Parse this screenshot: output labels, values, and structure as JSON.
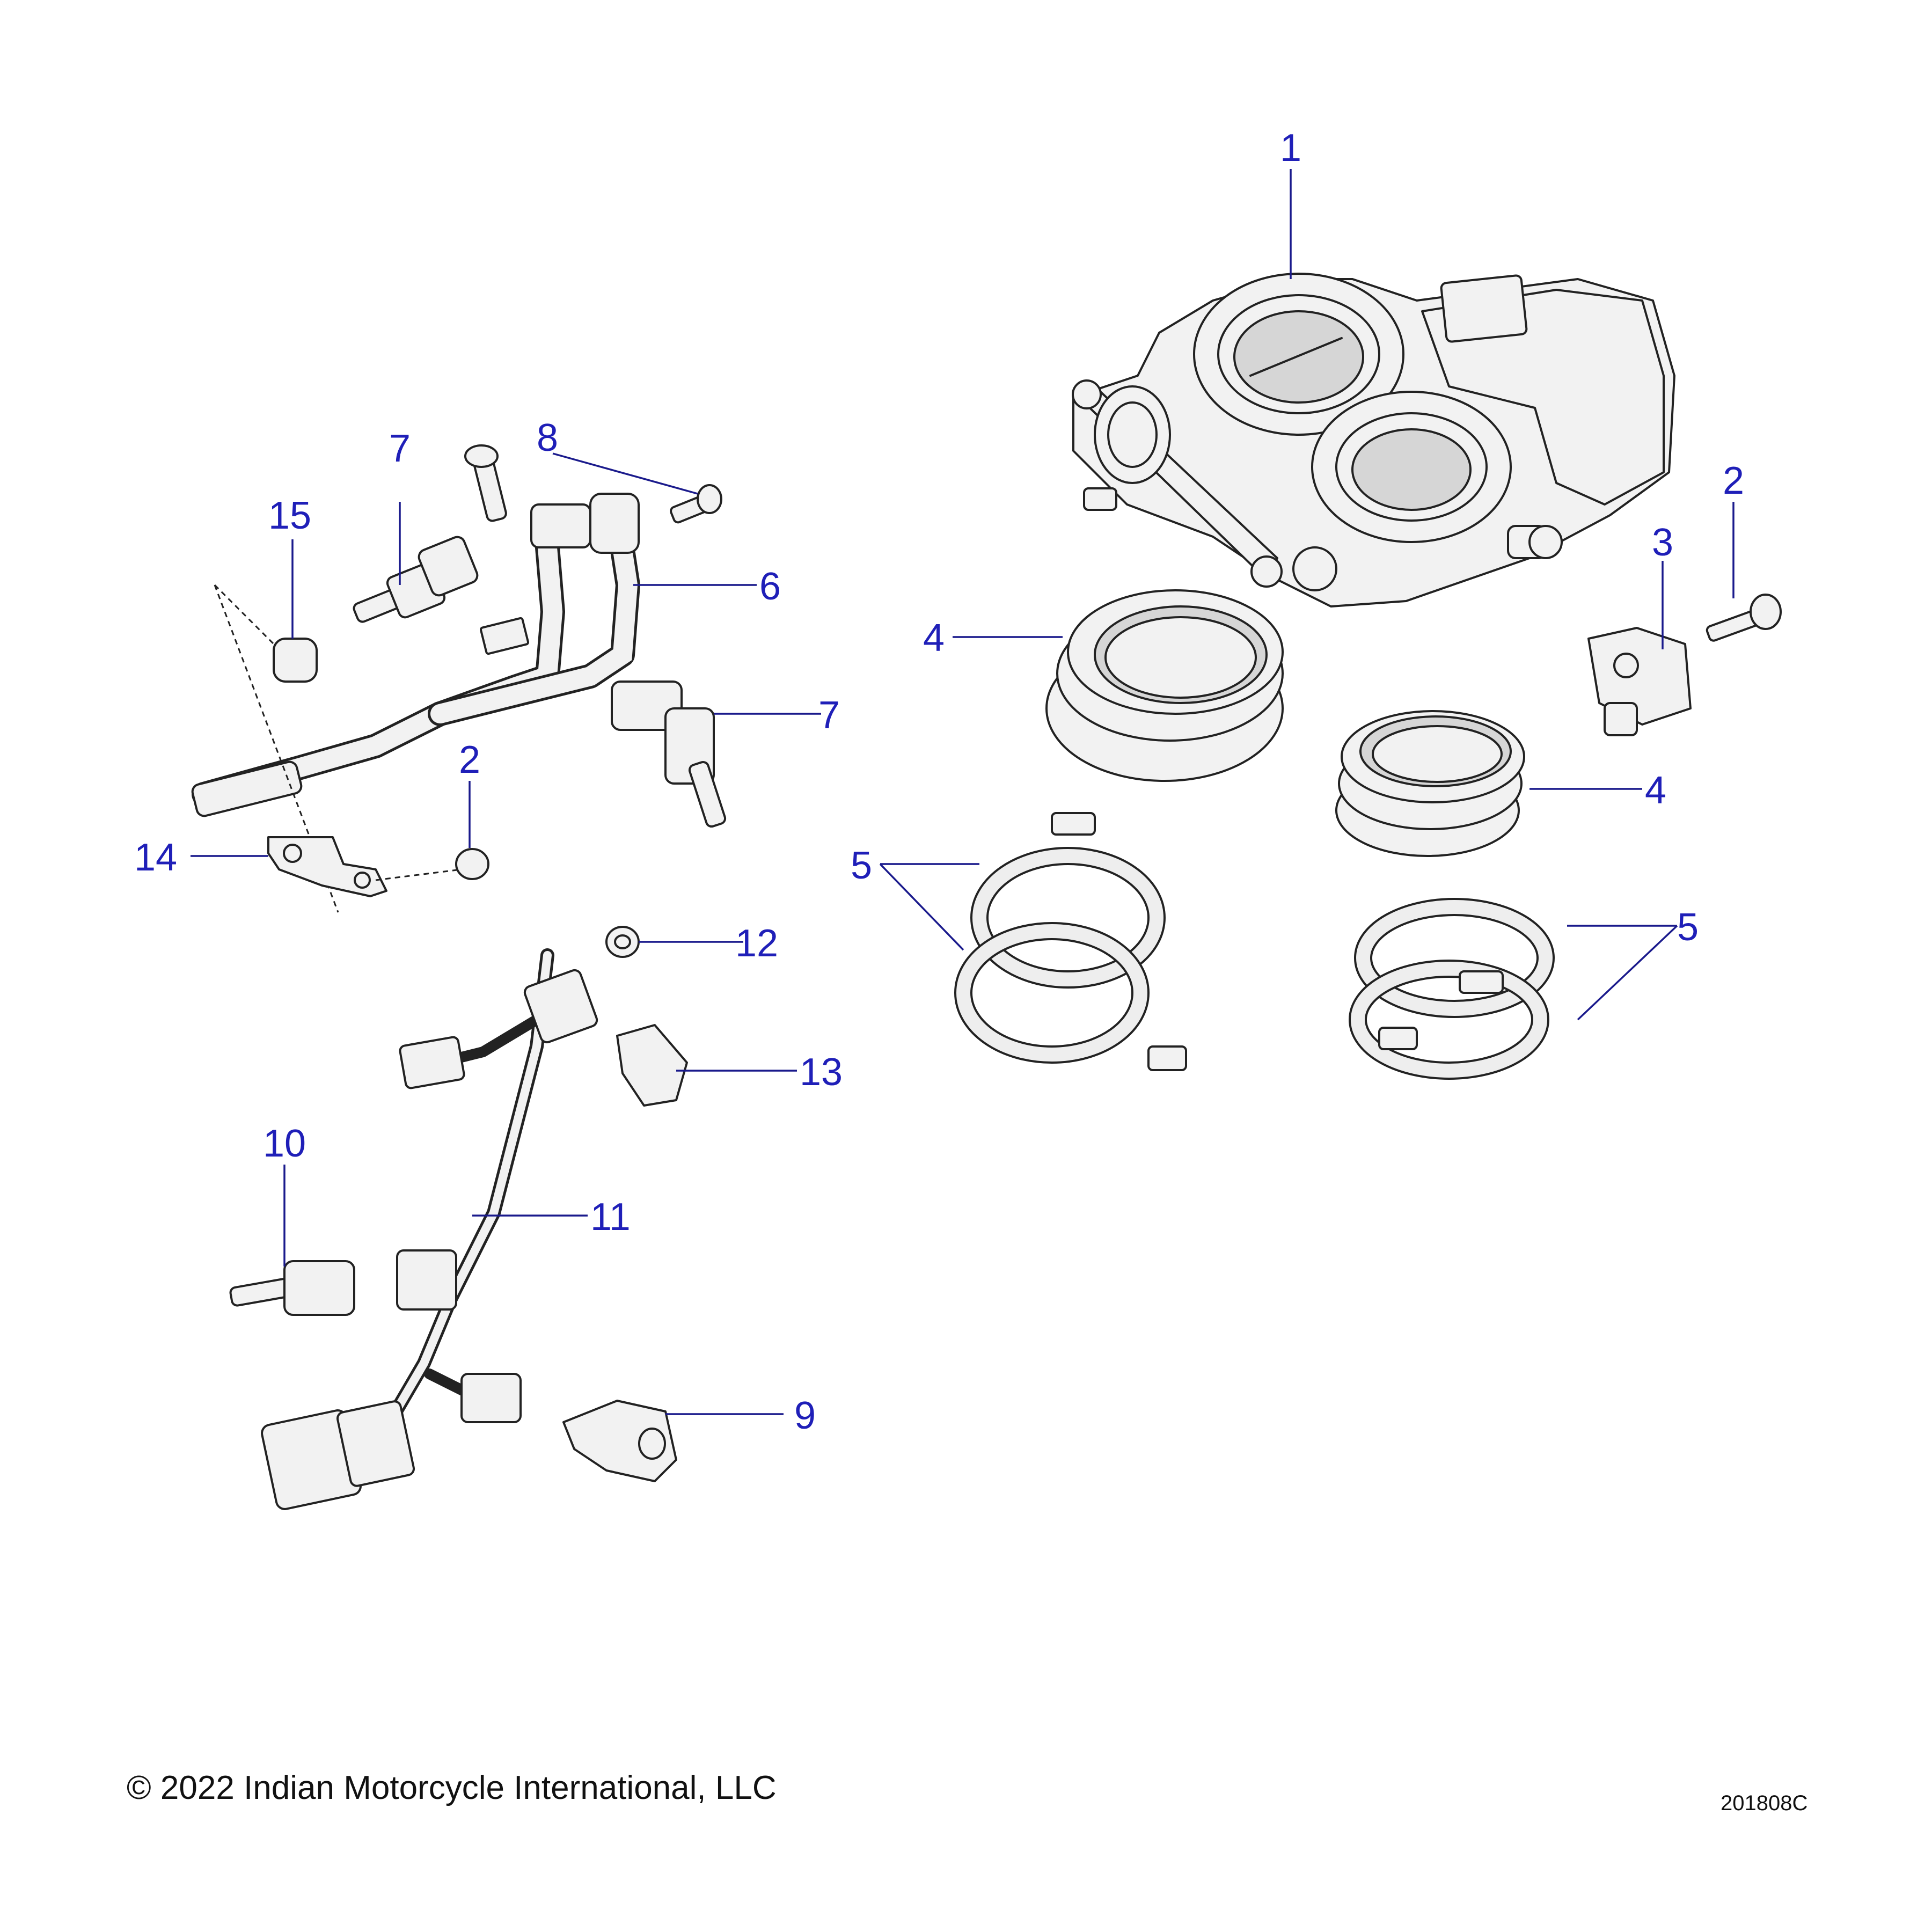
{
  "callouts": {
    "c1": "1",
    "c2a": "2",
    "c2b": "2",
    "c3": "3",
    "c4a": "4",
    "c4b": "4",
    "c5a": "5",
    "c5b": "5",
    "c6": "6",
    "c7a": "7",
    "c7b": "7",
    "c8": "8",
    "c9": "9",
    "c10": "10",
    "c11": "11",
    "c12": "12",
    "c13": "13",
    "c14": "14",
    "c15": "15"
  },
  "footer": {
    "copyright": "© 2022 Indian Motorcycle International, LLC",
    "code": "201808C"
  },
  "colors": {
    "callout": "#1f1fb8",
    "line_art": "#222222",
    "part_fill": "#f2f2f2"
  }
}
